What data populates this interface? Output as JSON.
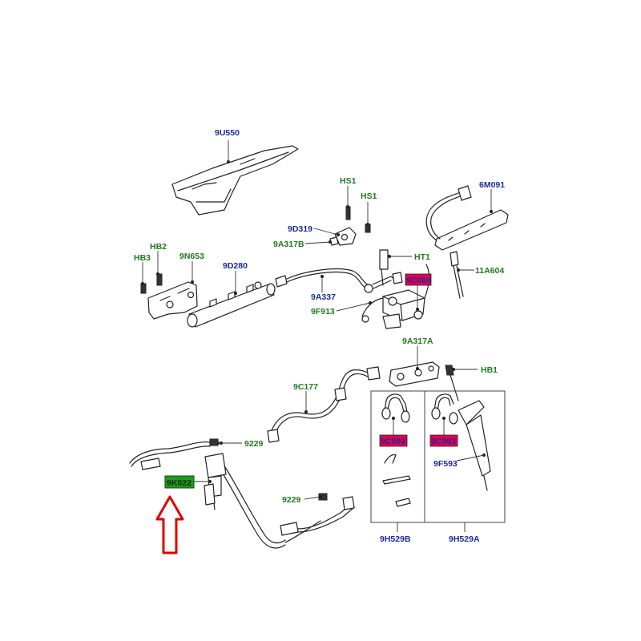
{
  "labels": {
    "l_9u550": "9U550",
    "l_hs1a": "HS1",
    "l_hs1b": "HS1",
    "l_9d319": "9D319",
    "l_9a317b": "9A317B",
    "l_6m091": "6M091",
    "l_hb2": "HB2",
    "l_hb3": "HB3",
    "l_9n653": "9N653",
    "l_9d280": "9D280",
    "l_ht1": "HT1",
    "l_11a604": "11A604",
    "l_9c060": "9C060",
    "l_9a337": "9A337",
    "l_9f913": "9F913",
    "l_9a317a": "9A317A",
    "l_hb1": "HB1",
    "l_9c177": "9C177",
    "l_9229a": "9229",
    "l_9229b": "9229",
    "l_9k022": "9K022",
    "l_9c993a": "9C993",
    "l_9c993b": "9C993",
    "l_9f593": "9F593",
    "l_9h529b": "9H529B",
    "l_9h529a": "9H529A"
  },
  "colors": {
    "part_number_blue": "#1a2aa0",
    "fastener_green": "#1f7a1f",
    "highlight_red": "#e8004a",
    "highlight_green": "#1f9a1f",
    "arrow_red": "#e00000"
  }
}
